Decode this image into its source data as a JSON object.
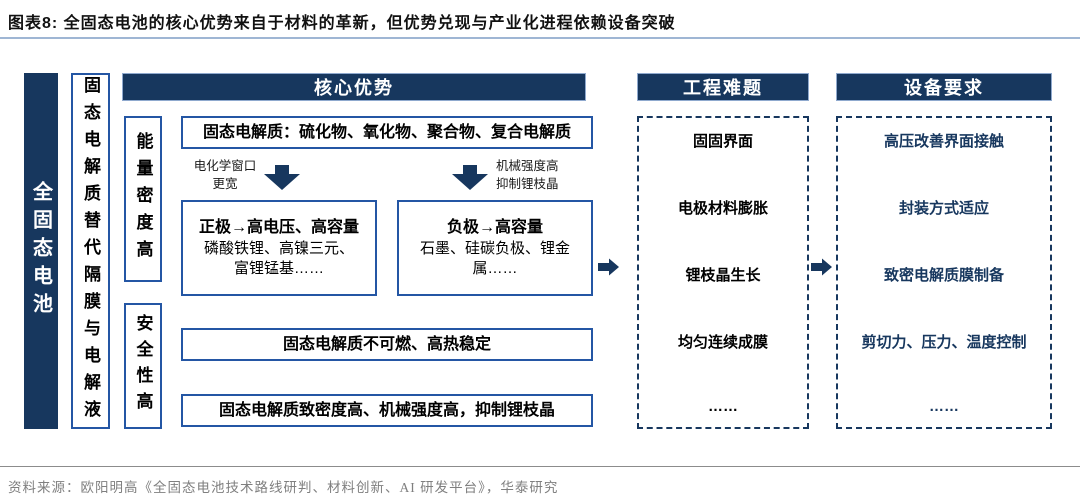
{
  "title": "图表8:  全固态电池的核心优势来自于材料的革新，但优势兑现与产业化进程依赖设备突破",
  "source": "资料来源：欧阳明高《全固态电池技术路线研判、材料创新、AI 研发平台》，华泰研究",
  "colors": {
    "navy": "#17375E",
    "box-border": "#2456A4",
    "header-border": "#8FA9CE",
    "title-rule": "#9FB6D4",
    "source-rule": "#8C8C8C",
    "source-text": "#7F7F7F"
  },
  "battery_bar": {
    "label": "全固态电池"
  },
  "electrolyte_bar": {
    "label": "固态电解质替代隔膜与电解液"
  },
  "core": {
    "header": "核心优势",
    "energy_label": "能量密度高",
    "safety_label": "安全性高",
    "electrolyte_box": "固态电解质：硫化物、氧化物、聚合物、复合电解质",
    "note_left": {
      "line1": "电化学窗口",
      "line2": "更宽"
    },
    "note_right": {
      "line1": "机械强度高",
      "line2": "抑制锂枝晶"
    },
    "cathode": {
      "title": "正极→高电压、高容量",
      "line1": "磷酸铁锂、高镍三元、",
      "line2": "富锂锰基……"
    },
    "anode": {
      "title": "负极→高容量",
      "line1": "石墨、硅碳负极、锂金",
      "line2": "属……"
    },
    "safety_box1": "固态电解质不可燃、高热稳定",
    "safety_box2": "固态电解质致密度高、机械强度高，抑制锂枝晶"
  },
  "engineering": {
    "header": "工程难题",
    "items": [
      "固固界面",
      "电极材料膨胀",
      "锂枝晶生长",
      "均匀连续成膜",
      "……"
    ]
  },
  "equipment": {
    "header": "设备要求",
    "items": [
      "高压改善界面接触",
      "封装方式适应",
      "致密电解质膜制备",
      "剪切力、压力、温度控制",
      "……"
    ]
  }
}
